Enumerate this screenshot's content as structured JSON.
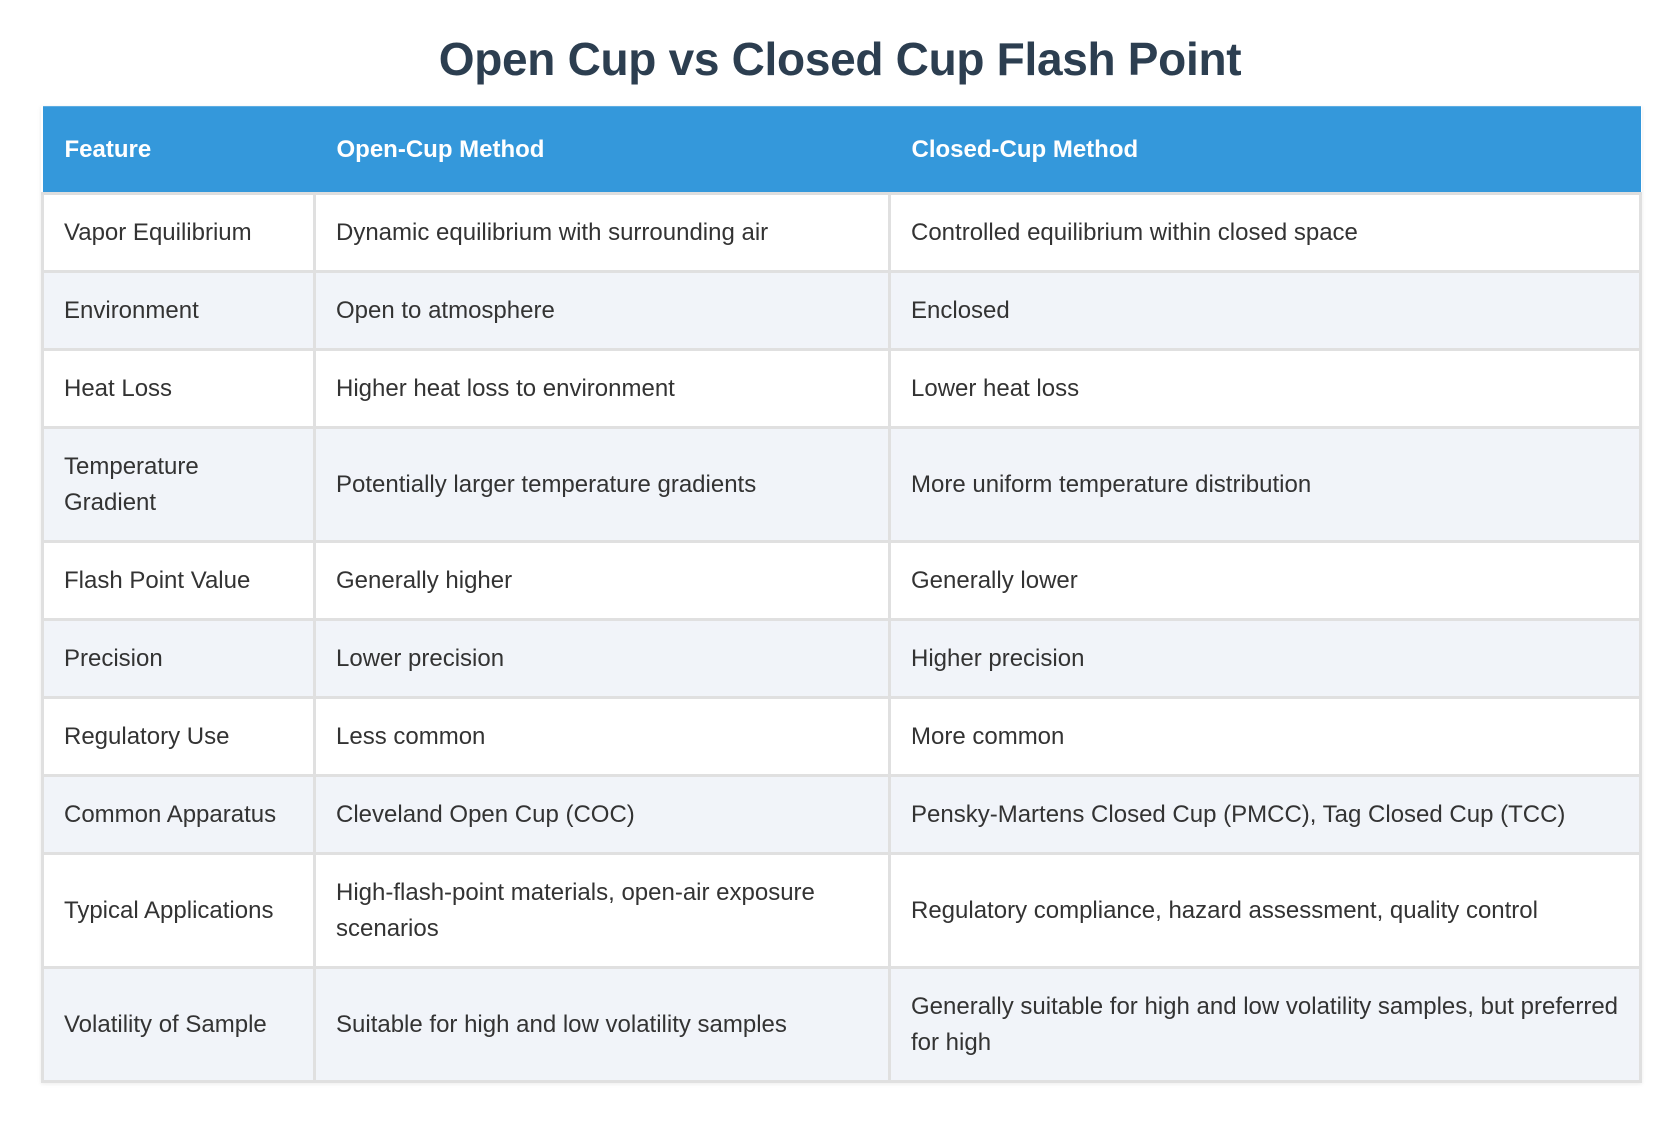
{
  "title": "Open Cup vs Closed Cup Flash Point",
  "colors": {
    "title": "#2c3e50",
    "header_bg": "#3498db",
    "header_text": "#ffffff",
    "body_text": "#333333",
    "row_alt_bg": "#f1f4f9",
    "row_bg": "#ffffff",
    "border": "#e0e0e0"
  },
  "table": {
    "headers": [
      "Feature",
      "Open-Cup Method",
      "Closed-Cup Method"
    ],
    "rows": [
      [
        "Vapor Equilibrium",
        "Dynamic equilibrium with surrounding air",
        "Controlled equilibrium within closed space"
      ],
      [
        "Environment",
        "Open to atmosphere",
        "Enclosed"
      ],
      [
        "Heat Loss",
        "Higher heat loss to environment",
        "Lower heat loss"
      ],
      [
        "Temperature Gradient",
        "Potentially larger temperature gradients",
        "More uniform temperature distribution"
      ],
      [
        "Flash Point Value",
        "Generally higher",
        "Generally lower"
      ],
      [
        "Precision",
        "Lower precision",
        "Higher precision"
      ],
      [
        "Regulatory Use",
        "Less common",
        "More common"
      ],
      [
        "Common Apparatus",
        "Cleveland Open Cup (COC)",
        "Pensky-Martens Closed Cup (PMCC), Tag Closed Cup (TCC)"
      ],
      [
        "Typical Applications",
        "High-flash-point materials, open-air exposure scenarios",
        "Regulatory compliance, hazard assessment, quality control"
      ],
      [
        "Volatility of Sample",
        "Suitable for high and low volatility samples",
        "Generally suitable for high and low volatility samples, but preferred for high"
      ]
    ]
  }
}
